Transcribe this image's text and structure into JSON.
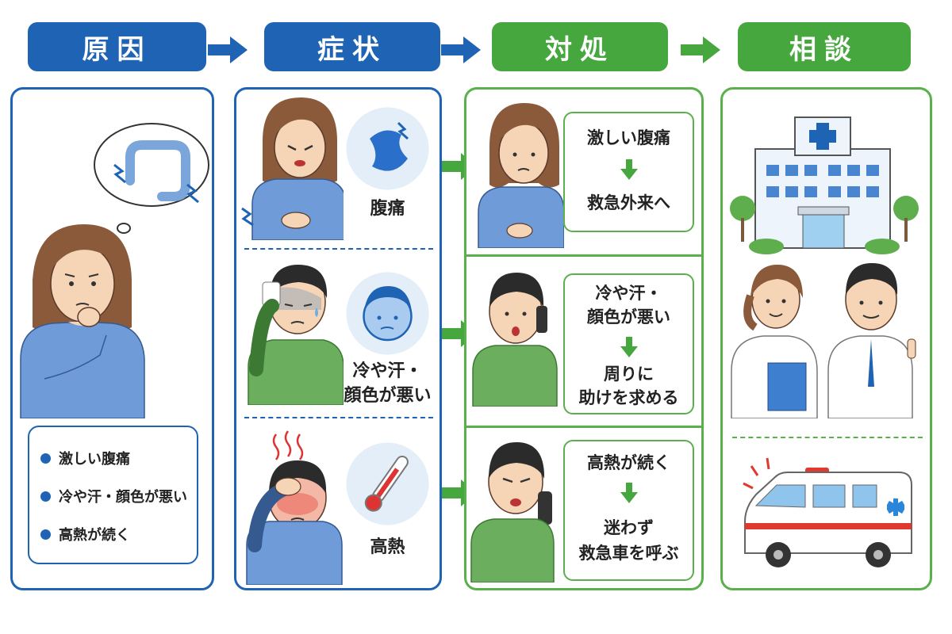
{
  "steps": [
    {
      "label": "原因"
    },
    {
      "label": "症状"
    },
    {
      "label": "対処"
    },
    {
      "label": "相談"
    }
  ],
  "cause_list": [
    "激しい腹痛",
    "冷や汗・顔色が悪い",
    "高熱が続く"
  ],
  "symptoms": [
    {
      "label": "腹痛",
      "icon": "lightning-pain-icon"
    },
    {
      "label_lines": [
        "冷や汗・",
        "顔色が悪い"
      ],
      "icon": "pale-face-icon"
    },
    {
      "label": "高熱",
      "icon": "thermometer-icon"
    }
  ],
  "actions": [
    {
      "top": "激しい腹痛",
      "bottom_lines": [
        "救急外来へ"
      ]
    },
    {
      "top_lines": [
        "冷や汗・",
        "顔色が悪い"
      ],
      "bottom_lines": [
        "周りに",
        "助けを求める"
      ]
    },
    {
      "top": "高熱が続く",
      "bottom_lines": [
        "迷わず",
        "救急車を呼ぶ"
      ]
    }
  ],
  "colors": {
    "blue": "#1f64b4",
    "green": "#45a73d",
    "light_blue": "#e3eef9"
  }
}
